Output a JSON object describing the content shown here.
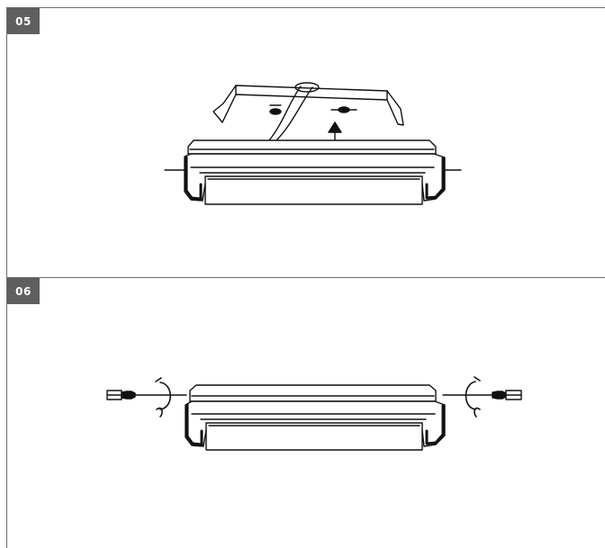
{
  "steps": [
    {
      "number": "05"
    },
    {
      "number": "06"
    }
  ],
  "colors": {
    "tag_background": "#5f5f5f",
    "tag_text": "#ffffff",
    "line": "#111111",
    "panel_border": "#6b6b6b"
  },
  "icons": {
    "step05": [
      "mounting-bracket",
      "power-cable",
      "mounting-direction-arrow",
      "ceiling-fixture"
    ],
    "step06": [
      "screwdriver-left",
      "rotation-arrow-left",
      "ceiling-fixture",
      "rotation-arrow-right",
      "screwdriver-right"
    ]
  }
}
